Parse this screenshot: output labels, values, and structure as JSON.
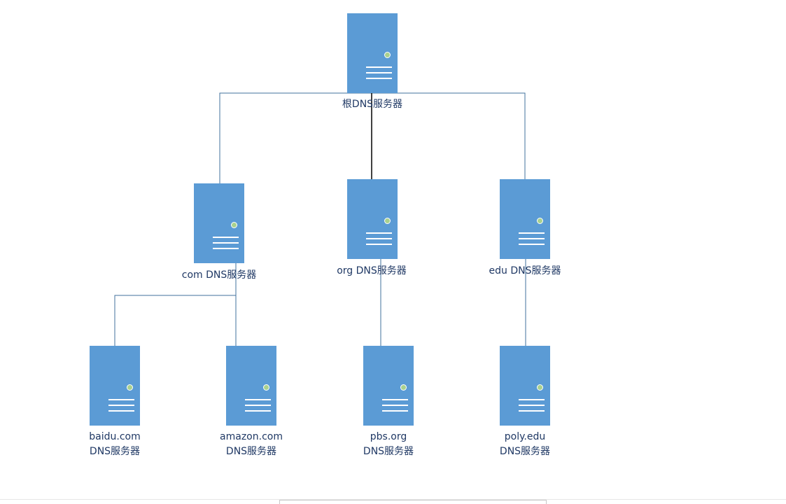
{
  "nodes": {
    "root": {
      "label": "根DNS服务器"
    },
    "com": {
      "label": "com DNS服务器"
    },
    "org": {
      "label": "org DNS服务器"
    },
    "edu": {
      "label": "edu DNS服务器"
    },
    "baidu": {
      "line1": "baidu.com",
      "line2": "DNS服务器"
    },
    "amazon": {
      "line1": "amazon.com",
      "line2": "DNS服务器"
    },
    "pbs": {
      "line1": "pbs.org",
      "line2": "DNS服务器"
    },
    "poly": {
      "line1": "poly.edu",
      "line2": "DNS服务器"
    }
  },
  "colors": {
    "server_fill": "#5b9bd5",
    "led": "#a9d18e",
    "connector": "#41719c",
    "label_text": "#1f3864"
  }
}
